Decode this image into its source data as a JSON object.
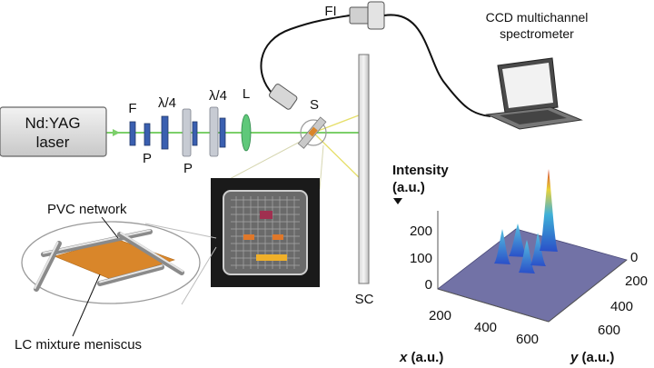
{
  "labels": {
    "laser_line1": "Nd:YAG",
    "laser_line2": "laser",
    "filter": "F",
    "polarizer_1": "P",
    "quarter_wave_1": "λ/4",
    "polarizer_2": "P",
    "quarter_wave_2": "λ/4",
    "lens": "L",
    "sample": "S",
    "fiber_input": "FI",
    "spectrometer_line1": "CCD multichannel",
    "spectrometer_line2": "spectrometer",
    "screen": "SC",
    "pvc_network": "PVC network",
    "lc_meniscus": "LC mixture meniscus"
  },
  "plot": {
    "z_label_line1": "Intensity",
    "z_label_line2": "(a.u.)",
    "z_ticks": [
      "200",
      "100",
      "0"
    ],
    "x_ticks": [
      "200",
      "400",
      "600"
    ],
    "y_ticks": [
      "0",
      "200",
      "400",
      "600"
    ],
    "x_label_var": "x",
    "x_label_unit": " (a.u.)",
    "y_label_var": "y",
    "y_label_unit": " (a.u.)"
  },
  "colors": {
    "beam": "#7ccf6a",
    "optic_blue": "#3a5fb0",
    "surface": "#7272a6",
    "lc_orange": "#d9862a"
  }
}
